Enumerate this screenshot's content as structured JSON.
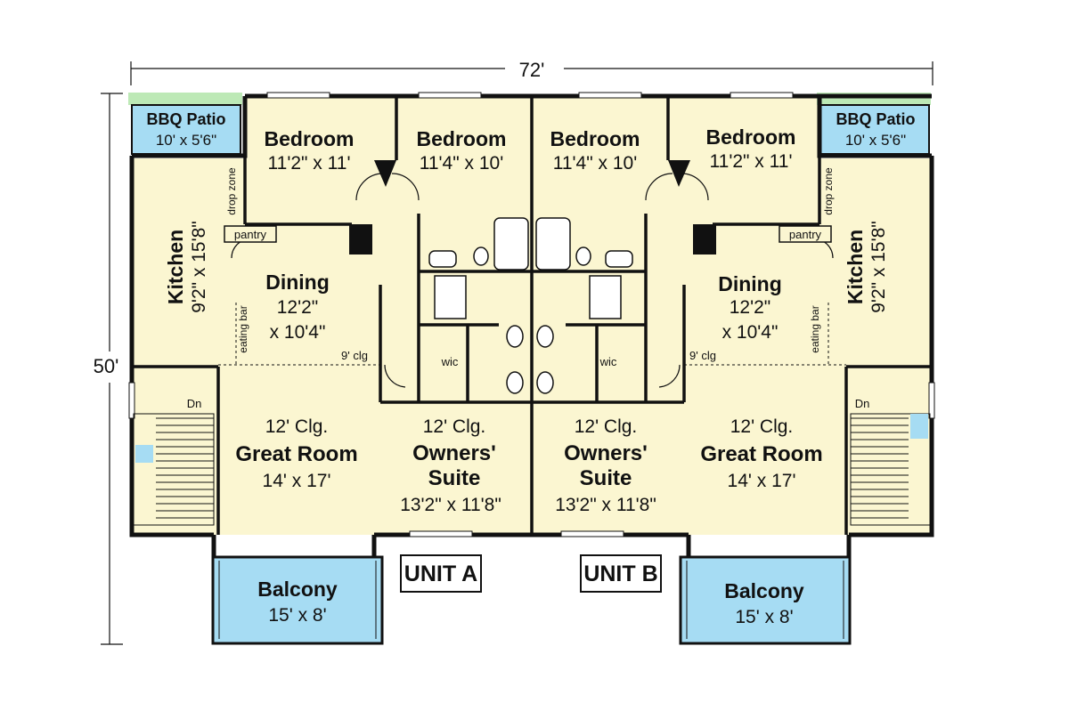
{
  "dimensions": {
    "width": "72'",
    "depth": "50'"
  },
  "colors": {
    "floor": "#fbf6d1",
    "patio": "#a6dcf3",
    "planter": "#bde9b6",
    "wall": "#111111",
    "fixture": "#ffffff"
  },
  "units": {
    "a": {
      "label": "UNIT A",
      "bbq": {
        "name": "BBQ Patio",
        "size": "10' x 5'6\""
      },
      "bedroom1": {
        "name": "Bedroom",
        "size": "11'2\" x 11'"
      },
      "bedroom2": {
        "name": "Bedroom",
        "size": "11'4\" x 10'"
      },
      "kitchen": {
        "name": "Kitchen",
        "size": "9'2\" x 15'8\""
      },
      "drop_zone": "drop zone",
      "pantry": "pantry",
      "eating_bar": "eating bar",
      "dining": {
        "name": "Dining",
        "size1": "12'2\"",
        "size2": "x 10'4\""
      },
      "ceiling_9": "9' clg",
      "wic": "wic",
      "stair": "Dn",
      "great_room": {
        "ceiling": "12' Clg.",
        "name": "Great Room",
        "size": "14' x 17'"
      },
      "owners": {
        "ceiling": "12' Clg.",
        "name1": "Owners'",
        "name2": "Suite",
        "size": "13'2\" x 11'8\""
      },
      "balcony": {
        "name": "Balcony",
        "size": "15' x 8'"
      }
    },
    "b": {
      "label": "UNIT B",
      "bbq": {
        "name": "BBQ Patio",
        "size": "10' x 5'6\""
      },
      "bedroom1": {
        "name": "Bedroom",
        "size": "11'4\" x 10'"
      },
      "bedroom2": {
        "name": "Bedroom",
        "size": "11'2\" x 11'"
      },
      "kitchen": {
        "name": "Kitchen",
        "size": "9'2\" x 15'8\""
      },
      "drop_zone": "drop zone",
      "pantry": "pantry",
      "eating_bar": "eating bar",
      "dining": {
        "name": "Dining",
        "size1": "12'2\"",
        "size2": "x 10'4\""
      },
      "ceiling_9": "9' clg",
      "wic": "wic",
      "stair": "Dn",
      "great_room": {
        "ceiling": "12' Clg.",
        "name": "Great Room",
        "size": "14' x 17'"
      },
      "owners": {
        "ceiling": "12' Clg.",
        "name1": "Owners'",
        "name2": "Suite",
        "size": "13'2\" x 11'8\""
      },
      "balcony": {
        "name": "Balcony",
        "size": "15' x 8'"
      }
    }
  }
}
